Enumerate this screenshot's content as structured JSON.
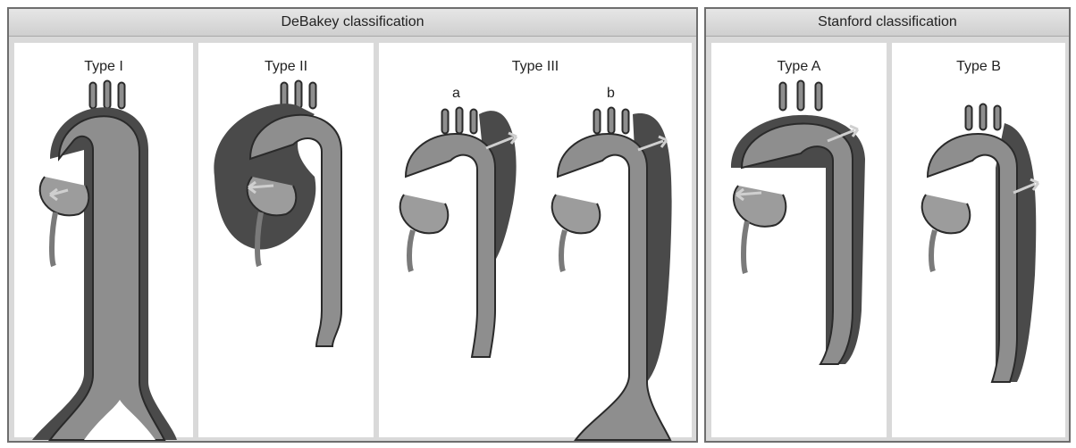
{
  "debakey": {
    "title": "DeBakey classification",
    "type1": "Type I",
    "type2": "Type II",
    "type3": "Type III",
    "sub_a": "a",
    "sub_b": "b"
  },
  "stanford": {
    "title": "Stanford classification",
    "typeA": "Type A",
    "typeB": "Type B"
  },
  "colors": {
    "aorta": "#8e8e8e",
    "aorta_light": "#b4b4b4",
    "dissection": "#4a4a4a",
    "outline": "#2a2a2a",
    "panel_bg": "#ffffff",
    "frame_bg": "#d9d9d9"
  }
}
